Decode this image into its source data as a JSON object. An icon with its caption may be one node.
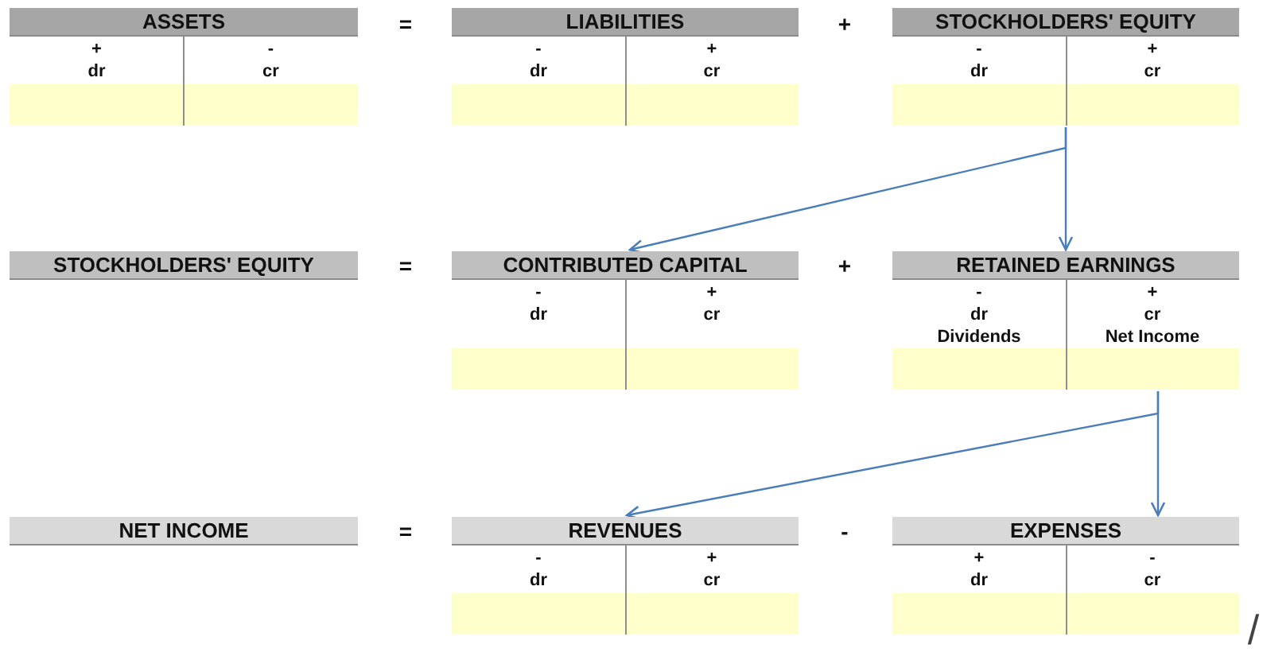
{
  "diagram": {
    "nodes": [
      {
        "text": [
          "ASSETS",
          "+",
          "-",
          "dr",
          "cr"
        ]
      },
      {
        "text": [
          "LIABILITIES",
          "-",
          "+",
          "dr",
          "cr"
        ]
      },
      {
        "text": [
          "STOCKHOLDERS' EQUITY",
          "-",
          "+",
          "dr",
          "cr"
        ]
      },
      {
        "text": [
          "STOCKHOLDERS' EQUITY"
        ]
      },
      {
        "text": [
          "CONTRIBUTED CAPITAL",
          "-",
          "+",
          "dr",
          "cr"
        ]
      },
      {
        "text": [
          "RETAINED EARNINGS",
          "-",
          "+",
          "dr",
          "cr",
          "Dividends",
          "Net Income"
        ]
      },
      {
        "text": [
          "NET INCOME"
        ]
      },
      {
        "text": [
          "REVENUES",
          "-",
          "+",
          "dr",
          "cr"
        ]
      },
      {
        "text": [
          "EXPENSES",
          "+",
          "-",
          "dr",
          "cr"
        ]
      }
    ],
    "edges": [
      {
        "from": 2,
        "to": 4,
        "arrow": "to"
      },
      {
        "from": 2,
        "to": 5,
        "arrow": "to"
      },
      {
        "from": 5,
        "to": 7,
        "arrow": "to"
      },
      {
        "from": 5,
        "to": 8,
        "arrow": "to"
      }
    ],
    "labels": [
      "=",
      "+",
      "=",
      "+",
      "=",
      "-",
      "/"
    ]
  }
}
